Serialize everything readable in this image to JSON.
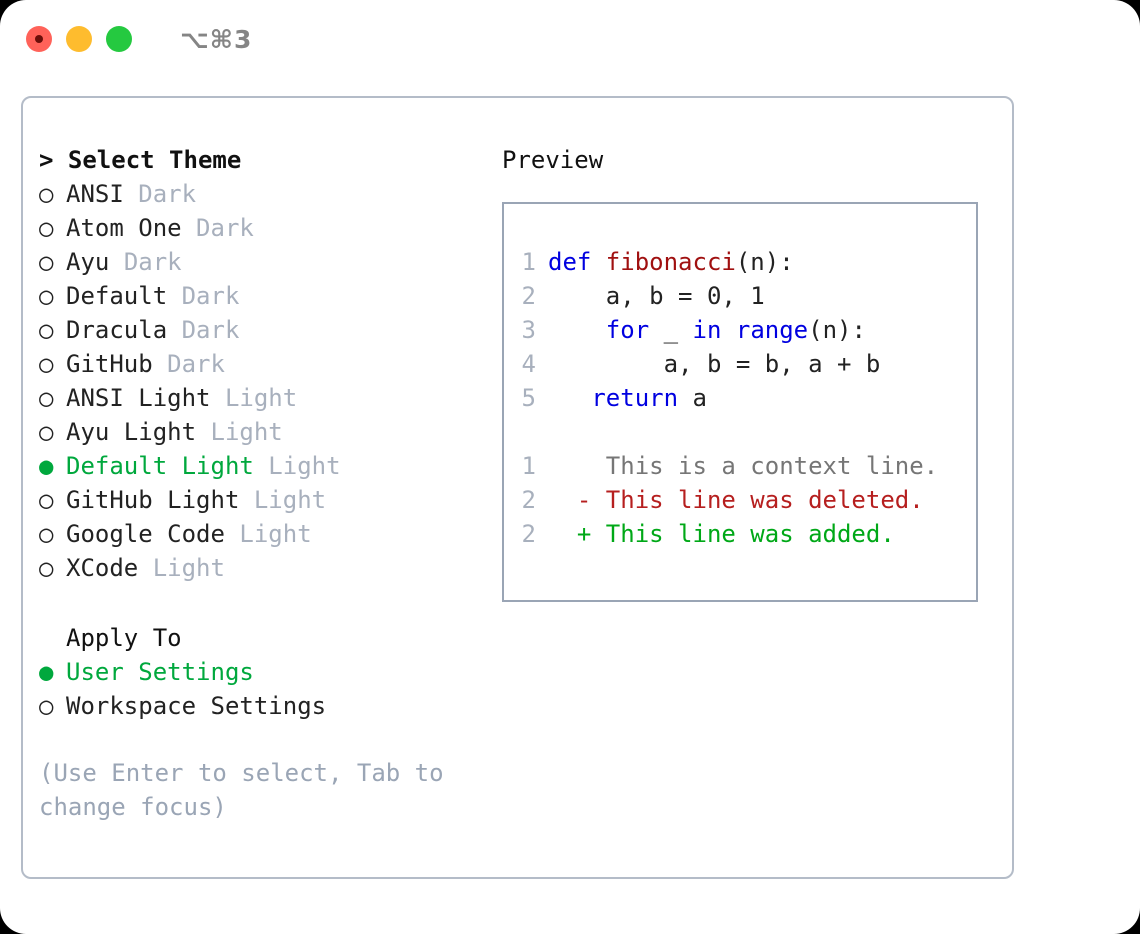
{
  "window": {
    "shortcut": "⌥⌘3",
    "traffic_lights": [
      {
        "name": "close",
        "color": "#ff6259"
      },
      {
        "name": "minimize",
        "color": "#febc2e"
      },
      {
        "name": "zoom",
        "color": "#25c940"
      }
    ]
  },
  "theme_picker": {
    "header": "> Select Theme",
    "marker_selected": "●",
    "marker_unselected": "○",
    "selected_color": "#00a83d",
    "items": [
      {
        "name": "ANSI",
        "kind": "Dark",
        "selected": false
      },
      {
        "name": "Atom One",
        "kind": "Dark",
        "selected": false
      },
      {
        "name": "Ayu",
        "kind": "Dark",
        "selected": false
      },
      {
        "name": "Default",
        "kind": "Dark",
        "selected": false
      },
      {
        "name": "Dracula",
        "kind": "Dark",
        "selected": false
      },
      {
        "name": "GitHub",
        "kind": "Dark",
        "selected": false
      },
      {
        "name": "ANSI Light",
        "kind": "Light",
        "selected": false
      },
      {
        "name": "Ayu Light",
        "kind": "Light",
        "selected": false
      },
      {
        "name": "Default Light",
        "kind": "Light",
        "selected": true
      },
      {
        "name": "GitHub Light",
        "kind": "Light",
        "selected": false
      },
      {
        "name": "Google Code",
        "kind": "Light",
        "selected": false
      },
      {
        "name": "XCode",
        "kind": "Light",
        "selected": false
      }
    ]
  },
  "apply_to": {
    "header": "Apply To",
    "options": [
      {
        "label": "User Settings",
        "selected": true
      },
      {
        "label": "Workspace Settings",
        "selected": false
      }
    ]
  },
  "hint": "(Use Enter to select, Tab to change focus)",
  "preview": {
    "header": "Preview",
    "code_lines": [
      {
        "number": "1",
        "tokens": [
          {
            "text": "def ",
            "cls": "tok-kw"
          },
          {
            "text": "fibonacci",
            "cls": "tok-fn"
          },
          {
            "text": "(n):",
            "cls": "tok-plain"
          }
        ]
      },
      {
        "number": "2",
        "tokens": [
          {
            "text": "    a, b = 0, 1",
            "cls": "tok-plain"
          }
        ]
      },
      {
        "number": "3",
        "tokens": [
          {
            "text": "    ",
            "cls": "tok-plain"
          },
          {
            "text": "for",
            "cls": "tok-kw"
          },
          {
            "text": " _ ",
            "cls": "tok-plain"
          },
          {
            "text": "in",
            "cls": "tok-kw"
          },
          {
            "text": " ",
            "cls": "tok-plain"
          },
          {
            "text": "range",
            "cls": "tok-kw"
          },
          {
            "text": "(n):",
            "cls": "tok-plain"
          }
        ]
      },
      {
        "number": "4",
        "tokens": [
          {
            "text": "        a, b = b, a + b",
            "cls": "tok-plain"
          }
        ]
      },
      {
        "number": "5",
        "tokens": [
          {
            "text": "   ",
            "cls": "tok-plain"
          },
          {
            "text": "return",
            "cls": "tok-kw"
          },
          {
            "text": " a",
            "cls": "tok-plain"
          }
        ]
      }
    ],
    "diff_lines": [
      {
        "number": "1",
        "sign": "  ",
        "text": "This is a context line.",
        "cls": "diff-context"
      },
      {
        "number": "2",
        "sign": "- ",
        "text": "This line was deleted.",
        "cls": "diff-del"
      },
      {
        "number": "2",
        "sign": "+ ",
        "text": "This line was added.",
        "cls": "diff-add"
      }
    ]
  }
}
